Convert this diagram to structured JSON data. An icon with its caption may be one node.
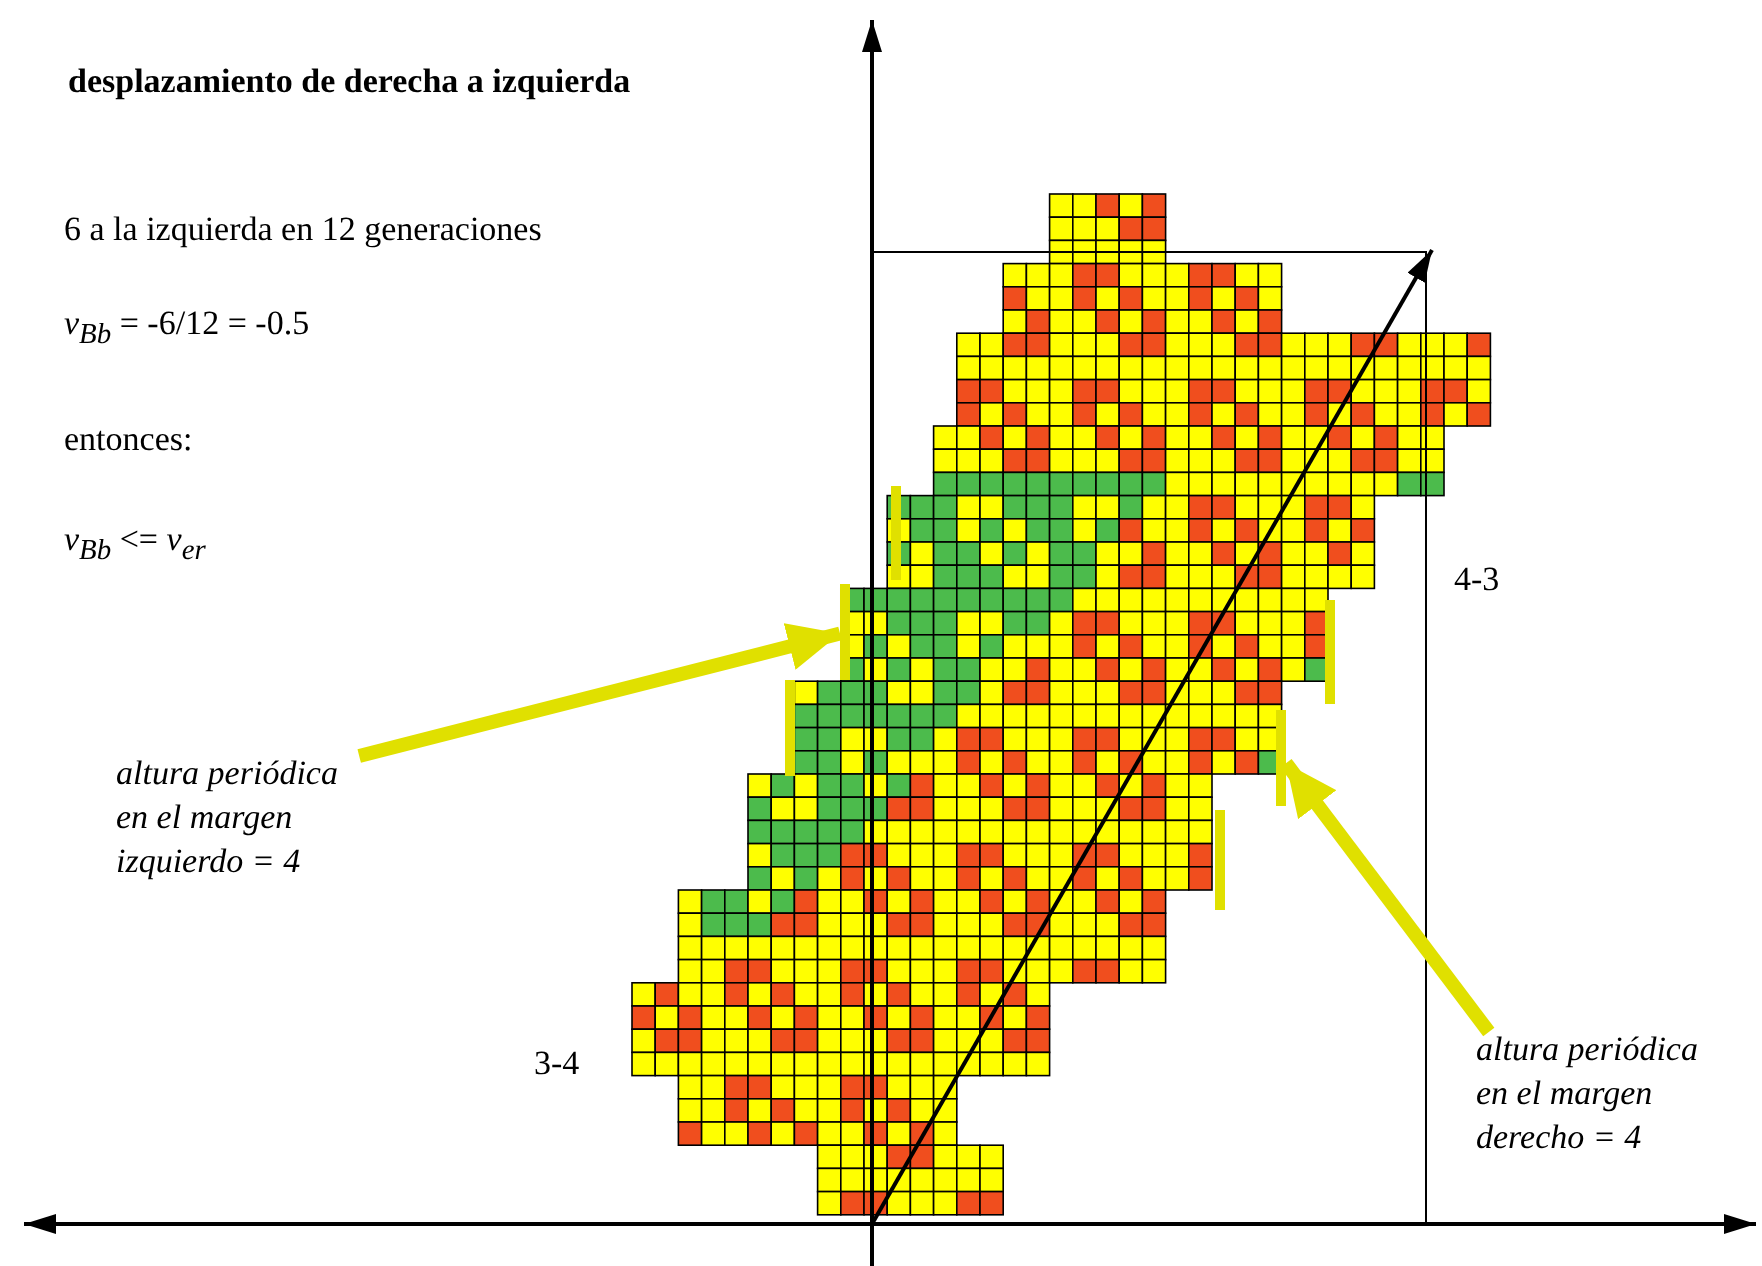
{
  "diagram": {
    "title": "desplazamiento de derecha a izquierda",
    "nodes": [
      {
        "text": [
          "altura periódica en el margen izquierdo = 4"
        ]
      },
      {
        "text": [],
        "shape": "bar"
      },
      {
        "text": [
          "altura periódica en el margen derecho = 4"
        ]
      },
      {
        "text": [],
        "shape": "bar"
      }
    ],
    "edges": [
      {
        "from": 0,
        "to": 1,
        "arrow": "to",
        "color": "#e0e000"
      },
      {
        "from": 2,
        "to": 3,
        "arrow": "to",
        "color": "#e0e000"
      }
    ],
    "labels": [
      "6 a la izquierda en 12 generaciones",
      "*v*$_{Bb}$ = -6/12 = -0.5",
      "entonces:",
      "*v*$_{Bb}$ <= *v*$_{er}$",
      "4-3",
      "3-4"
    ]
  }
}
